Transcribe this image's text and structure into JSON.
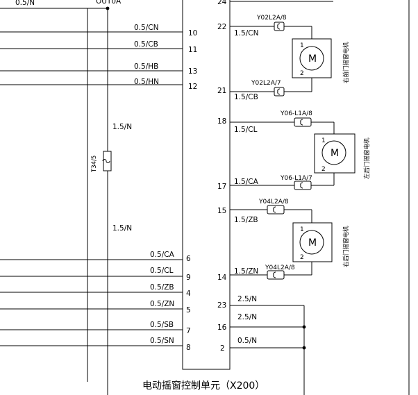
{
  "top": {
    "wire_label": "0.5/N",
    "out_label": "OUT0A",
    "pin": "24"
  },
  "left_wires": [
    {
      "label": "0.5/CN",
      "pin": "10"
    },
    {
      "label": "0.5/CB",
      "pin": "11"
    },
    {
      "label": "0.5/HB",
      "pin": "13"
    },
    {
      "label": "0.5/HN",
      "pin": "12"
    },
    {
      "label": "0.5/CA",
      "pin": "6"
    },
    {
      "label": "0.5/CL",
      "pin": "9"
    },
    {
      "label": "0.5/ZB",
      "pin": "4"
    },
    {
      "label": "0.5/ZN",
      "pin": "5"
    },
    {
      "label": "0.5/SB",
      "pin": "7"
    },
    {
      "label": "0.5/SN",
      "pin": "8"
    }
  ],
  "bus": {
    "label_upper": "1.5/N",
    "label_lower": "1.5/N",
    "fuse": "T34/5"
  },
  "motors": [
    {
      "name": "右前门摇窗电机",
      "top_pin": "22",
      "top_wire": "1.5/CN",
      "top_conn": "Y02L2A/8",
      "bot_pin": "21",
      "bot_wire": "1.5/CB",
      "bot_conn": "Y02L2A/7",
      "m": "M",
      "t1": "1",
      "t2": "2"
    },
    {
      "name": "左后门摇窗电机",
      "top_pin": "18",
      "top_wire": "1.5/CL",
      "top_conn": "Y06-L1A/8",
      "bot_pin": "17",
      "bot_wire": "1.5/CA",
      "bot_conn": "Y06-L1A/7",
      "m": "M",
      "t1": "1",
      "t2": "2"
    },
    {
      "name": "右后门摇窗电机",
      "top_pin": "15",
      "top_wire": "1.5/ZB",
      "top_conn": "Y04L2A/8",
      "bot_pin": "14",
      "bot_wire": "1.5/ZN",
      "bot_conn": "Y04L2A/8",
      "m": "M",
      "t1": "1",
      "t2": "2"
    }
  ],
  "ground": [
    {
      "pin": "23",
      "wire": "2.5/N"
    },
    {
      "pin": "16",
      "wire": "2.5/N"
    },
    {
      "pin": "2",
      "wire": "0.5/N"
    }
  ],
  "unit_title": "电动摇窗控制单元（X200）"
}
